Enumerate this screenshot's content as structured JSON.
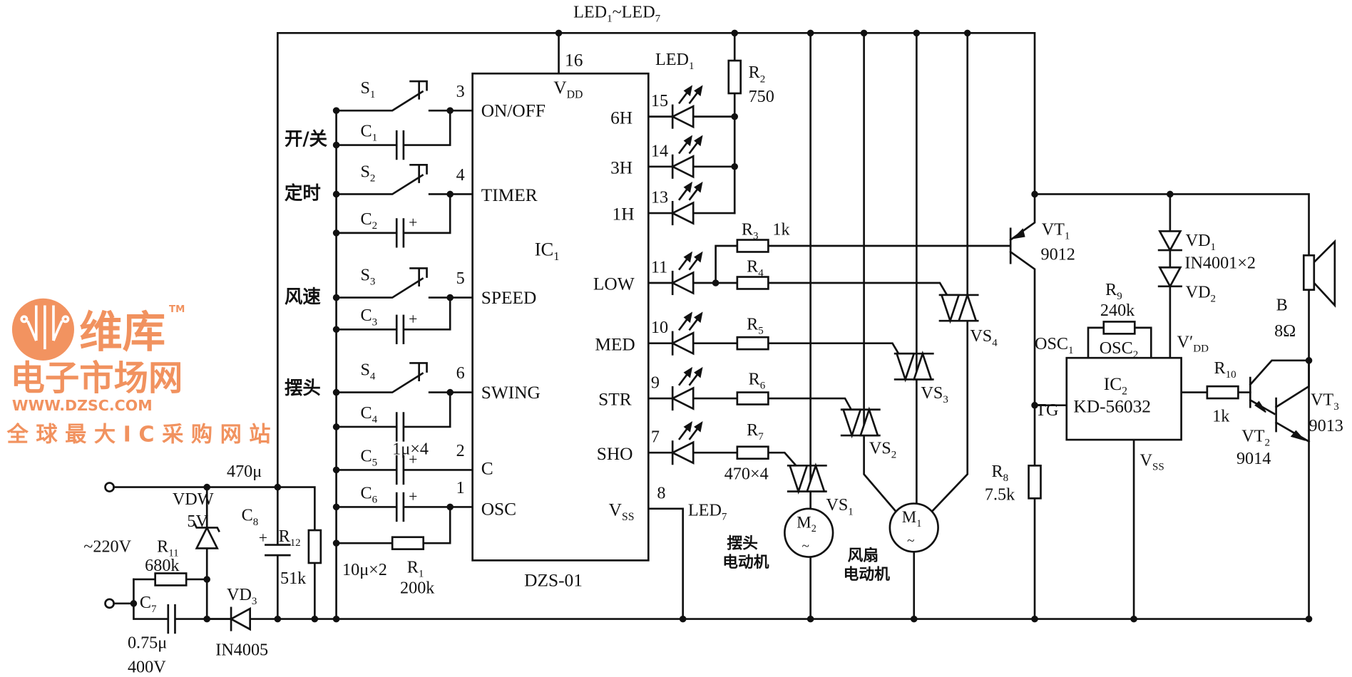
{
  "top_label": [
    "LED",
    "1",
    "~LED",
    "7"
  ],
  "ic1": {
    "name": [
      "IC",
      "1"
    ],
    "part": "DZS-01",
    "vdd": [
      "V",
      "DD"
    ],
    "vdd_pin": "16",
    "vss": [
      "V",
      "SS"
    ],
    "vss_pin": "8",
    "pins_left": [
      {
        "num": "3",
        "label": "ON/OFF"
      },
      {
        "num": "4",
        "label": "TIMER"
      },
      {
        "num": "5",
        "label": "SPEED"
      },
      {
        "num": "6",
        "label": "SWING"
      },
      {
        "num": "2",
        "label": "C"
      },
      {
        "num": "1",
        "label": "OSC"
      }
    ],
    "pins_right": [
      {
        "num": "15",
        "label": "6H"
      },
      {
        "num": "14",
        "label": "3H"
      },
      {
        "num": "13",
        "label": "1H"
      },
      {
        "num": "11",
        "label": "LOW"
      },
      {
        "num": "10",
        "label": "MED"
      },
      {
        "num": "9",
        "label": "STR"
      },
      {
        "num": "7",
        "label": "SHO"
      }
    ]
  },
  "controls": [
    {
      "label": "开/关",
      "switch": [
        "S",
        "1"
      ],
      "cap": [
        "C",
        "1"
      ]
    },
    {
      "label": "定时",
      "switch": [
        "S",
        "2"
      ],
      "cap": [
        "C",
        "2"
      ]
    },
    {
      "label": "风速",
      "switch": [
        "S",
        "3"
      ],
      "cap": [
        "C",
        "3"
      ]
    },
    {
      "label": "摆头",
      "switch": [
        "S",
        "4"
      ],
      "cap": [
        "C",
        "4"
      ]
    }
  ],
  "components": {
    "C5": [
      "C",
      "5"
    ],
    "C6": [
      "C",
      "6"
    ],
    "C1_4_value": "1μ×4",
    "C5_6_value": "10μ×2",
    "R1": [
      "R",
      "1"
    ],
    "R1_value": "200k",
    "LED1": [
      "LED",
      "1"
    ],
    "LED7": [
      "LED",
      "7"
    ],
    "R2": [
      "R",
      "2"
    ],
    "R2_value": "750",
    "R3": [
      "R",
      "3"
    ],
    "R3_value": "1k",
    "R4": [
      "R",
      "4"
    ],
    "R5": [
      "R",
      "5"
    ],
    "R6": [
      "R",
      "6"
    ],
    "R7": [
      "R",
      "7"
    ],
    "R3_7_value": "470×4",
    "VS1": [
      "VS",
      "1"
    ],
    "VS2": [
      "VS",
      "2"
    ],
    "VS3": [
      "VS",
      "3"
    ],
    "VS4": [
      "VS",
      "4"
    ],
    "M1": [
      "M",
      "1"
    ],
    "M2": [
      "M",
      "2"
    ],
    "motor_symbol": "~",
    "M2_caption": [
      "摆头",
      "电动机"
    ],
    "M1_caption": [
      "风扇",
      "电动机"
    ],
    "VT1": [
      "VT",
      "1"
    ],
    "VT1_value": "9012",
    "VD1": [
      "VD",
      "1"
    ],
    "VD_value": "IN4001×2",
    "VD2": [
      "VD",
      "2"
    ],
    "R8": [
      "R",
      "8"
    ],
    "R8_value": "7.5k",
    "R9": [
      "R",
      "9"
    ],
    "R9_value": "240k",
    "R10": [
      "R",
      "10"
    ],
    "R10_value": "1k",
    "VT2": [
      "VT",
      "2"
    ],
    "VT2_value": "9014",
    "VT3": [
      "VT",
      "3"
    ],
    "VT3_value": "9013",
    "B": "B",
    "B_value": "8Ω",
    "C8_value": "470μ",
    "C8": [
      "C",
      "8"
    ],
    "R12": [
      "R",
      "12"
    ],
    "R12_value": "51k",
    "VDW": "VDW",
    "VDW_value": "5V",
    "mains": "~220V",
    "R11": [
      "R",
      "11"
    ],
    "R11_value": "680k",
    "C7": [
      "C",
      "7"
    ],
    "C7_value": "0.75μ",
    "C7_rating": "400V",
    "VD3": [
      "VD",
      "3"
    ],
    "VD3_value": "IN4005"
  },
  "ic2": {
    "name": [
      "IC",
      "2"
    ],
    "part": "KD-56032",
    "osc1": [
      "OSC",
      "1"
    ],
    "osc2": [
      "OSC",
      "2"
    ],
    "vdd": [
      "V′",
      "DD"
    ],
    "vss": [
      "V",
      "SS"
    ],
    "tg": "TG"
  },
  "watermark": {
    "brand": "维库",
    "name": "电子市场网",
    "tm": "TM",
    "url": "WWW.DZSC.COM",
    "slogan": "全 球 最 大 I C 采 购 网 站",
    "color": "#f0844a"
  }
}
